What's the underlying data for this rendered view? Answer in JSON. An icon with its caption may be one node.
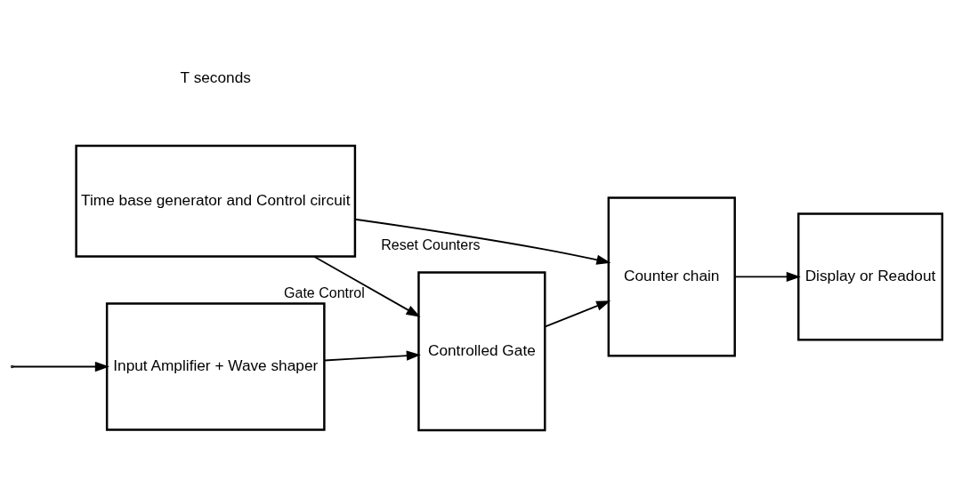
{
  "diagram": {
    "nodes": [
      {
        "text": [
          "Input Amplifier + Wave shaper"
        ]
      },
      {
        "text": [
          "Controlled Gate"
        ]
      },
      {
        "text": [
          "Counter chain"
        ]
      },
      {
        "text": [
          "Display or Readout"
        ]
      },
      {
        "text": [
          "Time base generator and Control circuit"
        ]
      }
    ],
    "edges": [
      {
        "from": null,
        "to": 0,
        "arrow": "to"
      },
      {
        "from": 0,
        "to": 1,
        "arrow": "to"
      },
      {
        "from": 1,
        "to": 2,
        "arrow": "to"
      },
      {
        "from": 2,
        "to": 3,
        "arrow": "to"
      },
      {
        "from": 4,
        "to": 1,
        "arrow": "to",
        "label": "Gate Control"
      },
      {
        "from": 4,
        "to": 2,
        "arrow": "to",
        "label": "Reset Counters"
      }
    ],
    "labels": [
      "T seconds"
    ]
  }
}
